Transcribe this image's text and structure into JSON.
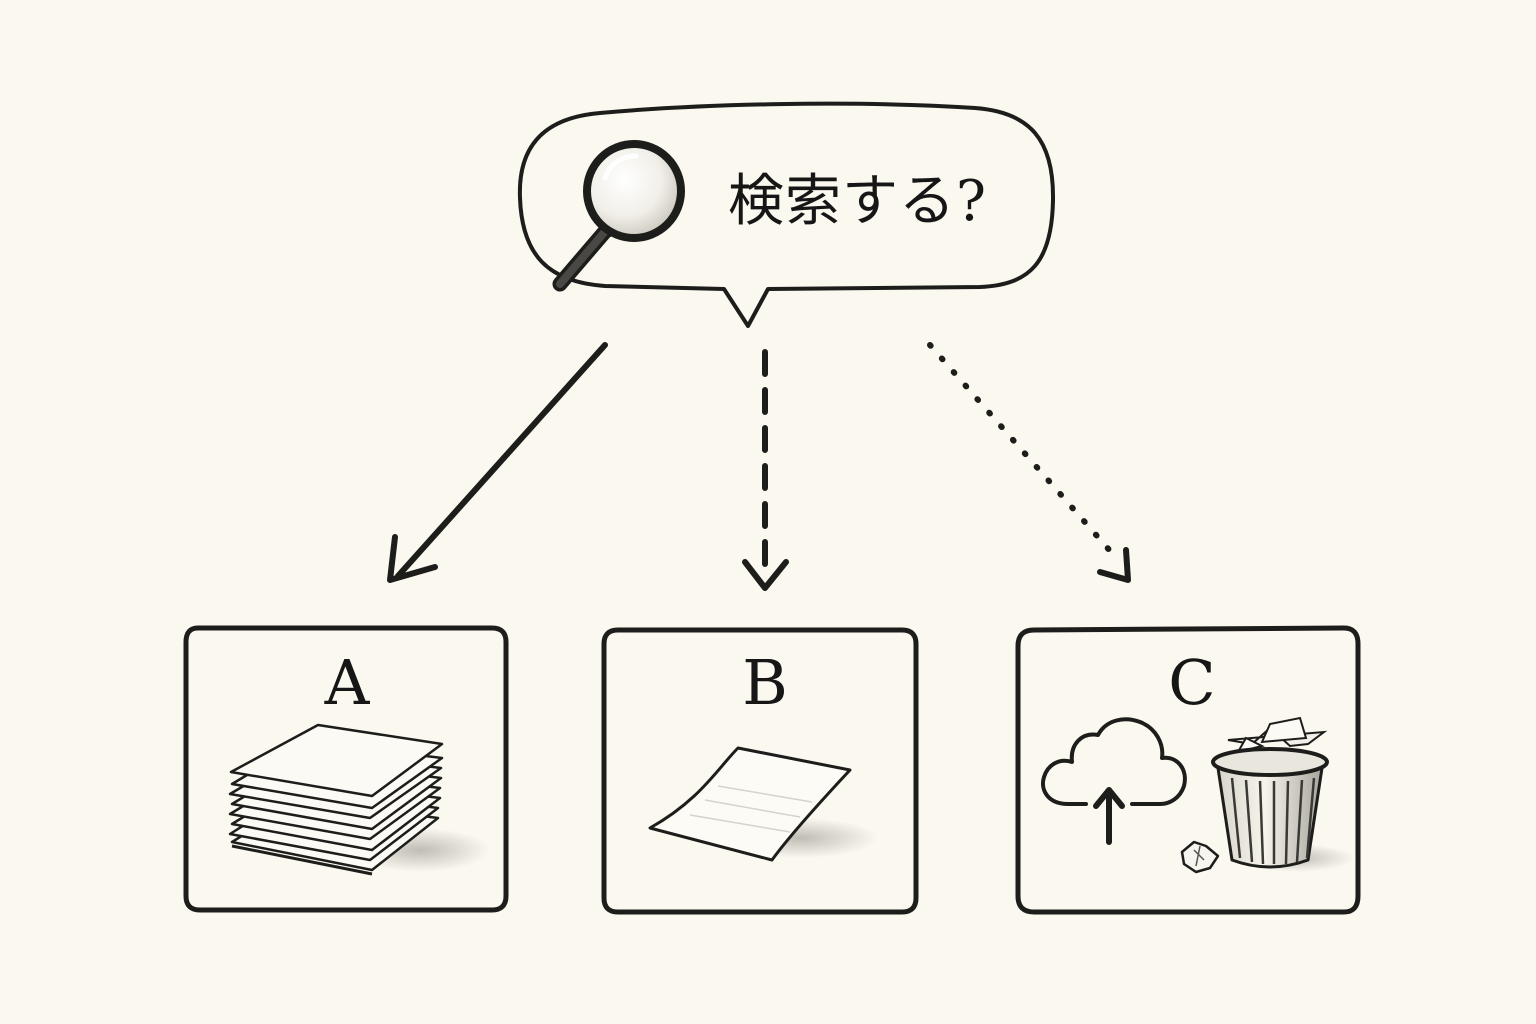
{
  "bubble": {
    "text": "検索する?",
    "icon": "magnifier-icon"
  },
  "arrows": [
    {
      "style": "solid",
      "to": "A"
    },
    {
      "style": "dashed",
      "to": "B"
    },
    {
      "style": "dotted",
      "to": "C"
    }
  ],
  "boxes": [
    {
      "label": "A",
      "icon": "paper-stack-icon"
    },
    {
      "label": "B",
      "icon": "single-sheet-icon"
    },
    {
      "label": "C",
      "icons": [
        "cloud-upload-icon",
        "trash-bin-icon",
        "crumpled-paper-icon"
      ]
    }
  ],
  "colors": {
    "background": "#fbf8ef",
    "ink": "#1d1d1b"
  }
}
